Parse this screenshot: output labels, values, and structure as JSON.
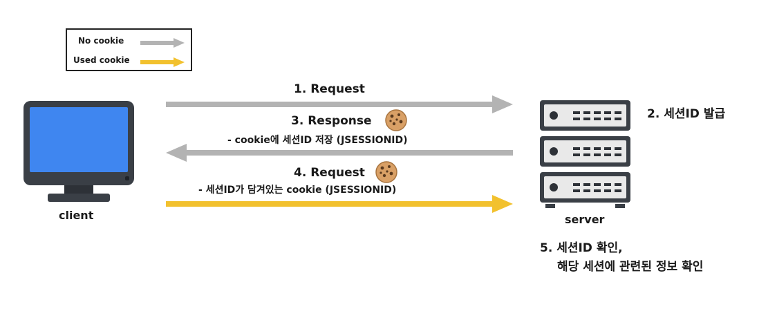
{
  "legend": {
    "no_cookie_label": "No cookie",
    "used_cookie_label": "Used cookie"
  },
  "client": {
    "label": "client"
  },
  "server": {
    "label": "server"
  },
  "steps": {
    "request1": "1. Request",
    "issue": "2. 세션ID 발급",
    "response": "3. Response",
    "response_note": "- cookie에 세션ID 저장 (JSESSIONID)",
    "request2": "4. Request",
    "request2_note": "- 세션ID가 담겨있는 cookie (JSESSIONID)",
    "confirm_line1": "5. 세션ID 확인,",
    "confirm_line2": "해당 세션에 관련된 정보 확인"
  },
  "colors": {
    "no_cookie_arrow": "#b3b3b3",
    "used_cookie_arrow": "#f2c12e",
    "screen": "#3f86f0",
    "device_dark": "#3a3f46",
    "cookie": "#d9a066"
  },
  "icons": {
    "client": "monitor-icon",
    "server": "server-rack-icon",
    "cookie": "cookie-icon"
  }
}
